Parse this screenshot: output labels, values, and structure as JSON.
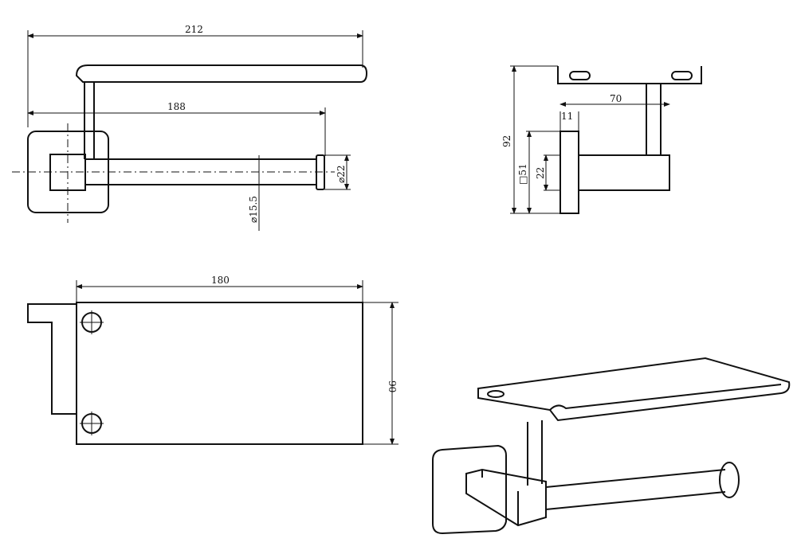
{
  "title": "Toilet paper holder with shelf - dimension drawing",
  "dimensions": {
    "overall_length": "212",
    "bar_length": "188",
    "end_cap_diameter": "⌀22",
    "bar_diameter": "⌀15.5",
    "height": "92",
    "depth": "70",
    "base_thickness": "11",
    "bar_height": "22",
    "base_size": "□51",
    "shelf_length": "180",
    "shelf_width": "90"
  }
}
